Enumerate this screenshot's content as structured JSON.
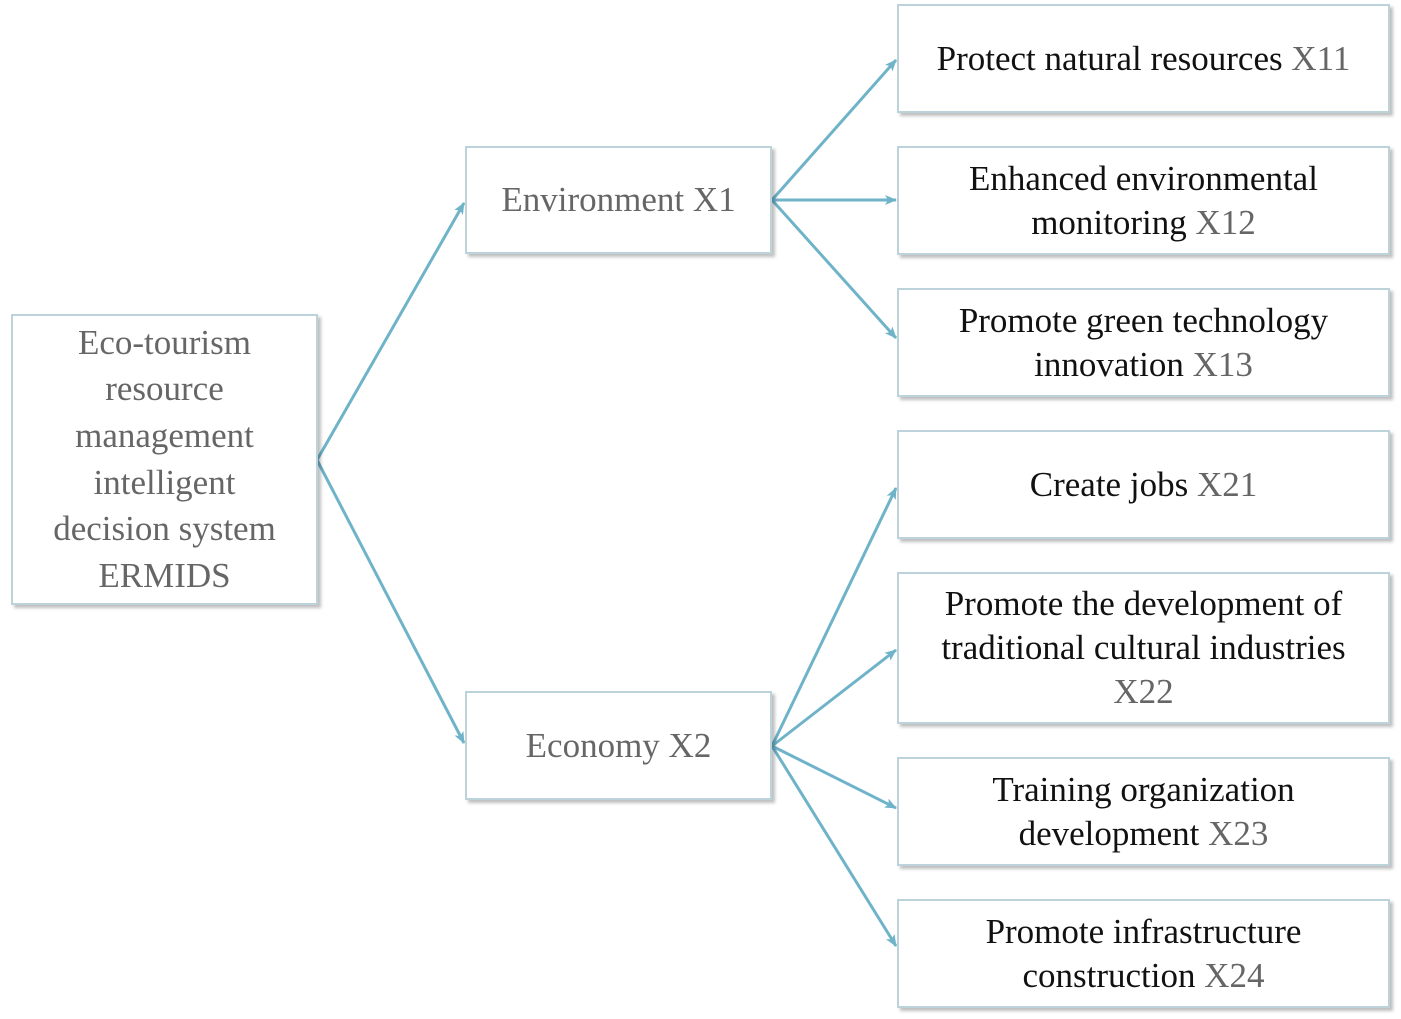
{
  "colors": {
    "arrow": "#6fb3c9",
    "box_border": "#bcd3dc",
    "text": "#111111",
    "code_text": "#666666"
  },
  "root": {
    "label": "Eco-tourism resource management intelligent decision system ERMIDS"
  },
  "categories": [
    {
      "label": "Environment X1"
    },
    {
      "label": "Economy X2"
    }
  ],
  "indicators": [
    {
      "text": "Protect natural resources",
      "code": "X11"
    },
    {
      "text": "Enhanced environmental monitoring",
      "code": "X12"
    },
    {
      "text": "Promote green technology innovation",
      "code": "X13"
    },
    {
      "text": "Create jobs",
      "code": "X21"
    },
    {
      "text": "Promote the development of traditional cultural industries",
      "code": "X22"
    },
    {
      "text": "Training organization development",
      "code": "X23"
    },
    {
      "text": "Promote infrastructure construction",
      "code": "X24"
    }
  ]
}
